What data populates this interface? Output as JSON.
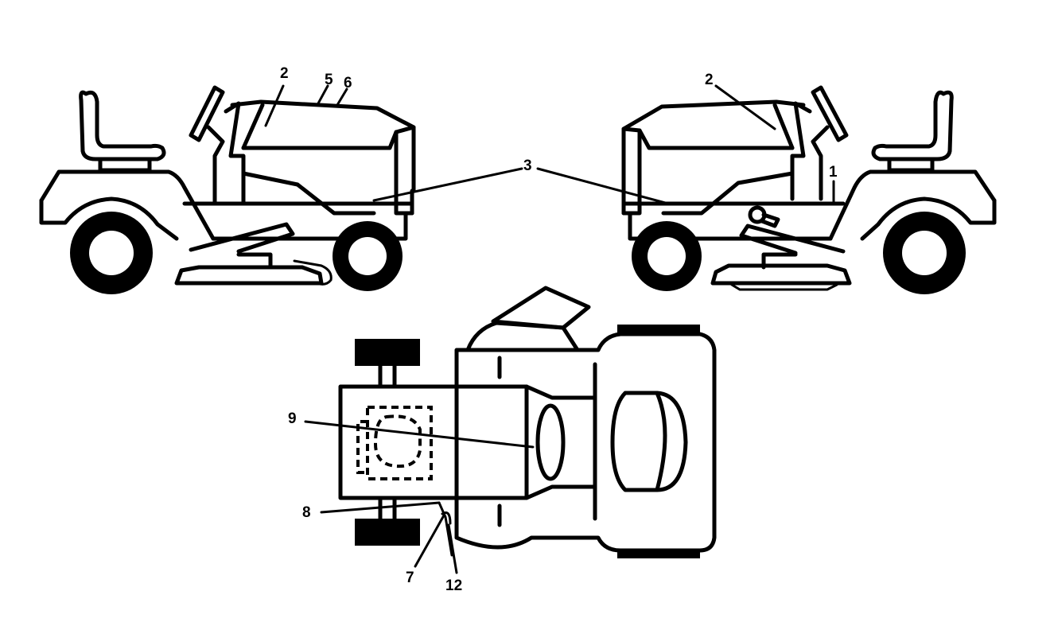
{
  "diagram": {
    "colors": {
      "ink": "#000000",
      "background": "#ffffff"
    },
    "callouts": {
      "left_2": "2",
      "left_5": "5",
      "left_6": "6",
      "label_3": "3",
      "right_2": "2",
      "right_1": "1",
      "top_9": "9",
      "top_8": "8",
      "top_7": "7",
      "top_12": "12"
    }
  }
}
